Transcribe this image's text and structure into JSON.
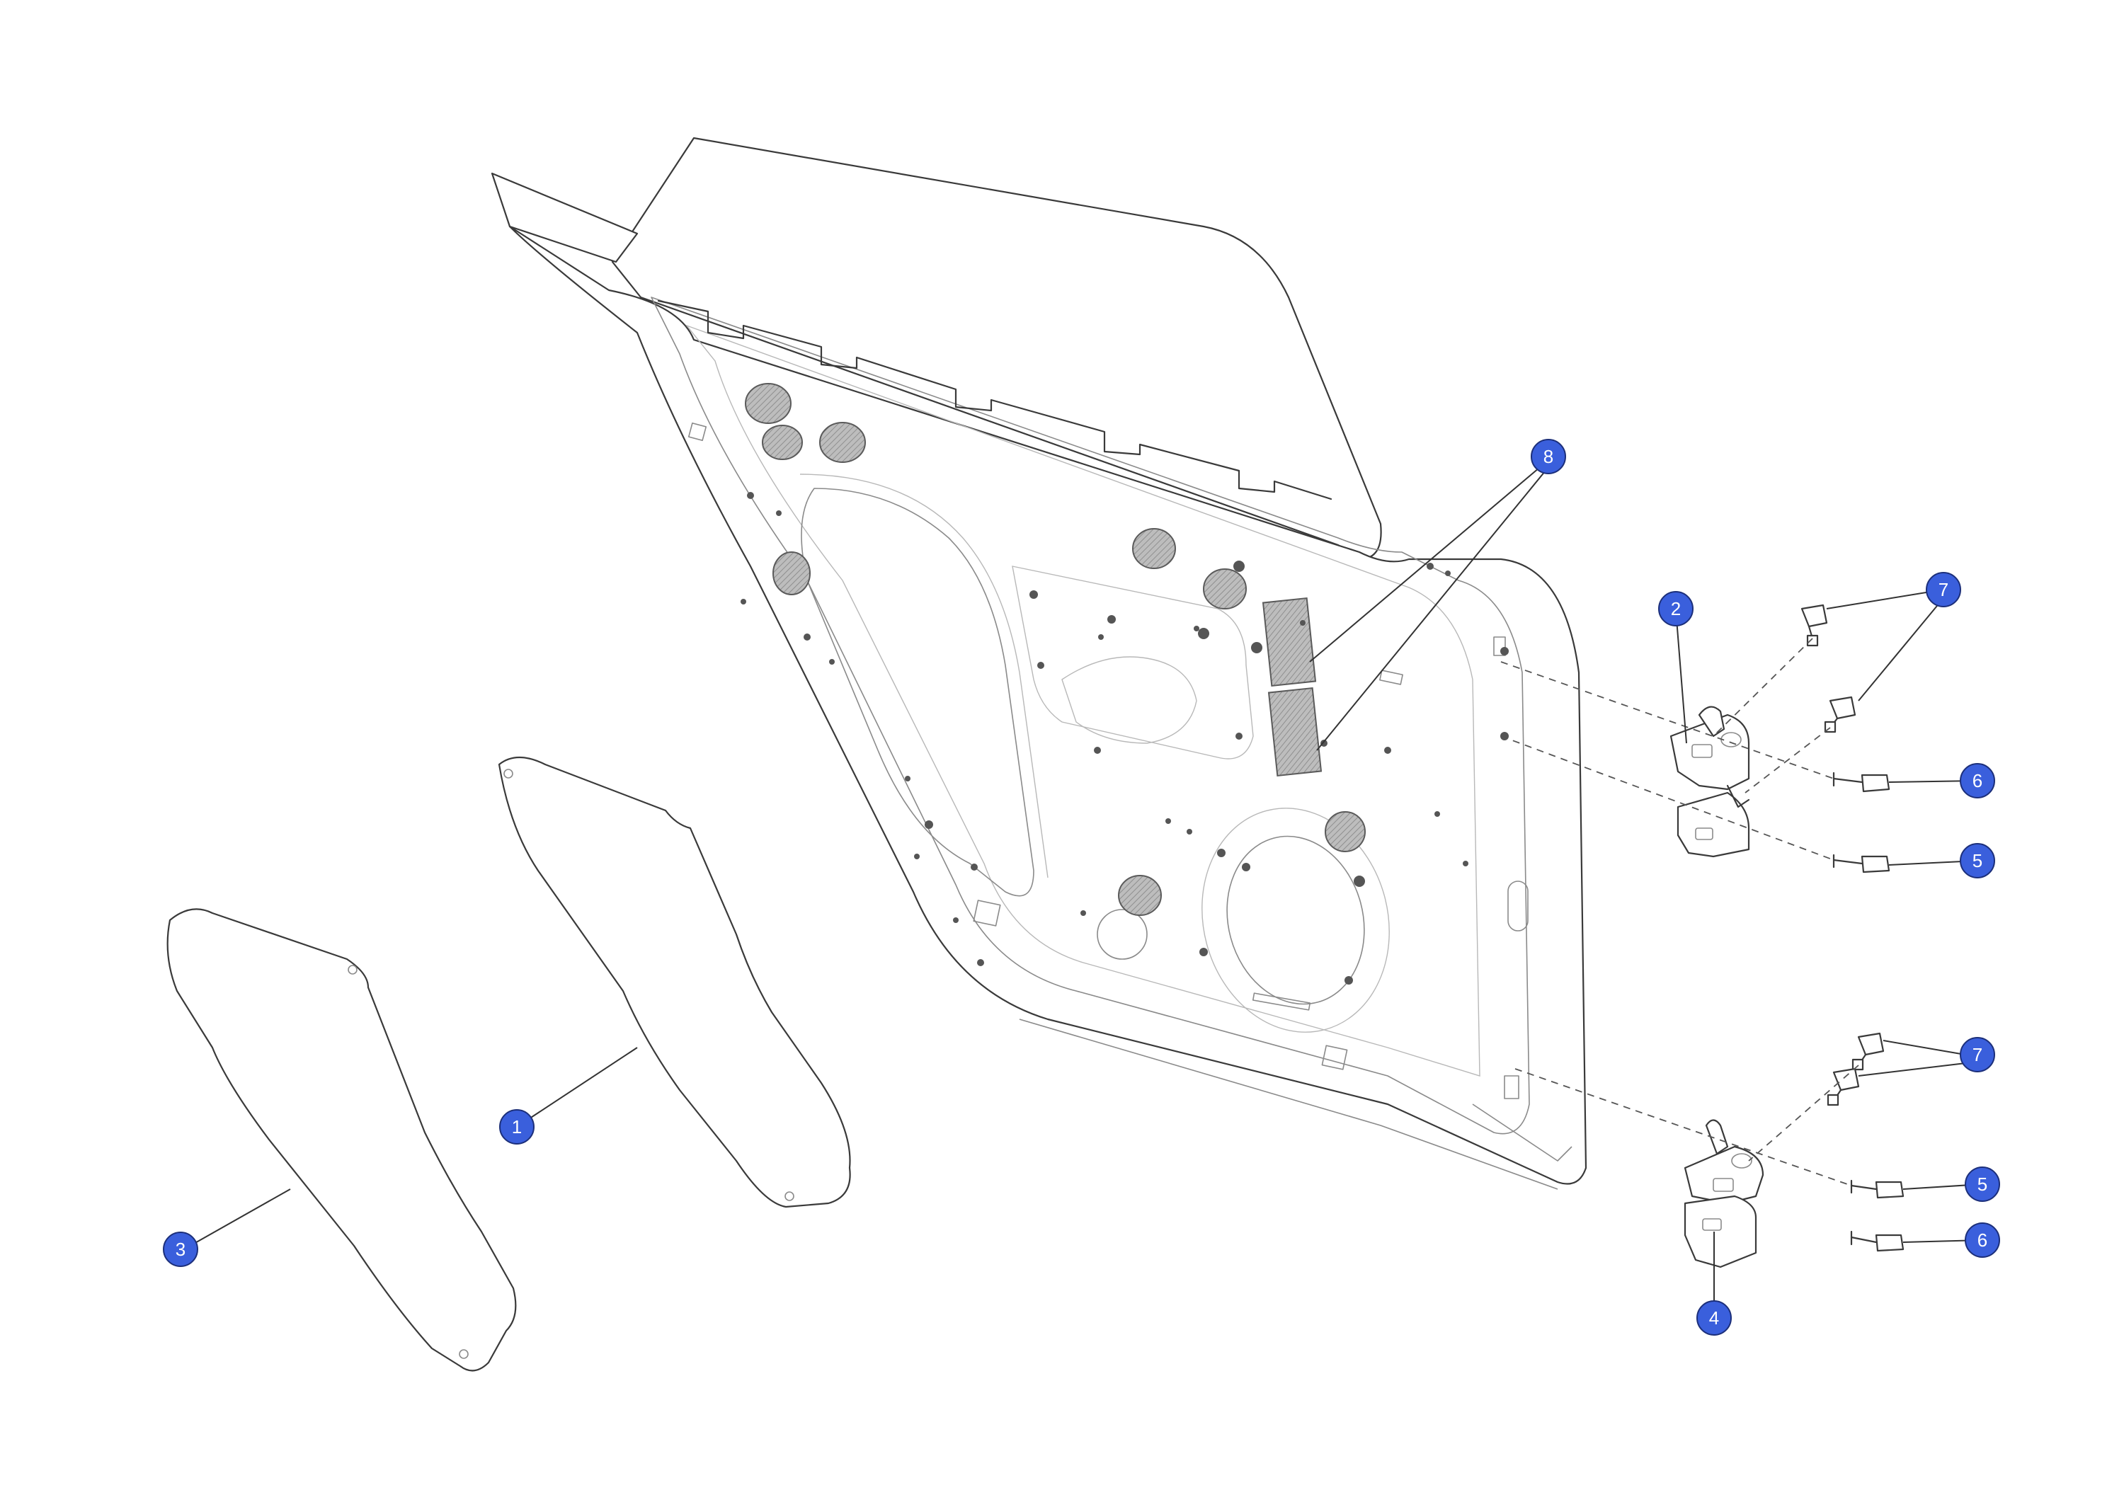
{
  "callouts": [
    {
      "id": "callout-1",
      "label": "1"
    },
    {
      "id": "callout-2",
      "label": "2"
    },
    {
      "id": "callout-3",
      "label": "3"
    },
    {
      "id": "callout-4",
      "label": "4"
    },
    {
      "id": "callout-5-upper",
      "label": "5"
    },
    {
      "id": "callout-5-lower",
      "label": "5"
    },
    {
      "id": "callout-6-upper",
      "label": "6"
    },
    {
      "id": "callout-6-lower",
      "label": "6"
    },
    {
      "id": "callout-7-upper",
      "label": "7"
    },
    {
      "id": "callout-7-lower",
      "label": "7"
    },
    {
      "id": "callout-8",
      "label": "8"
    }
  ],
  "colors": {
    "callout_fill": "#3a5fdc",
    "callout_text": "#ffffff",
    "line": "#3a3a3a"
  }
}
